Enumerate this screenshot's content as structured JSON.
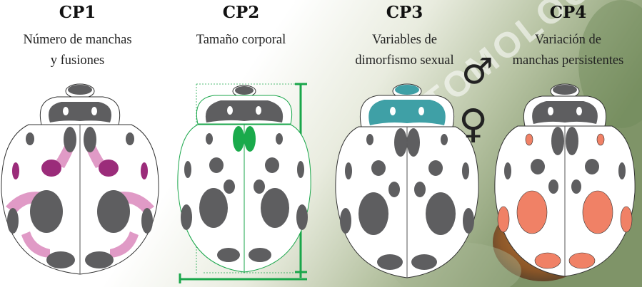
{
  "panels": [
    {
      "title": "CP1",
      "subtitle_line1": "Número de manchas",
      "subtitle_line2": "y fusiones"
    },
    {
      "title": "CP2",
      "subtitle_line1": "Tamaño corporal",
      "subtitle_line2": ""
    },
    {
      "title": "CP3",
      "subtitle_line1": "Variables de",
      "subtitle_line2": "dimorfismo sexual"
    },
    {
      "title": "CP4",
      "subtitle_line1": "Variación de",
      "subtitle_line2": "manchas persistentes"
    }
  ],
  "symbols": {
    "male": "♂",
    "female": "♀"
  },
  "watermark": "ENTOMOLOGÍA FORENSE",
  "colors": {
    "spot": "#5e5e60",
    "cp1_fusion": "#e09ac6",
    "cp1_extra_spot": "#9b2c7a",
    "cp2_outline": "#19a64a",
    "cp2_scutellum": "#1aaa4b",
    "cp3_pronotum": "#3fa0a6",
    "cp4_spot": "#f08166"
  }
}
